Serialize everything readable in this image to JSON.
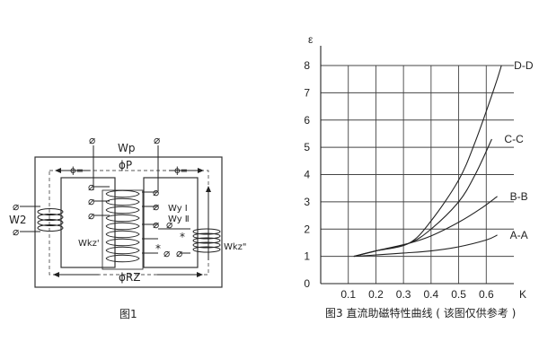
{
  "figure1": {
    "caption": "图1",
    "labels": {
      "wp": "Wp",
      "phi_p": "ϕP",
      "phi_rz": "ϕRZ",
      "phi_left": "ϕ=",
      "phi_right": "ϕ=",
      "w2": "W2",
      "wy1": "Wy Ⅰ",
      "wy2": "Wy Ⅱ",
      "wkz_left": "Wkz'",
      "wkz_right": "Wkz\"",
      "star_a": "*",
      "star_b": "*",
      "terminal": "⌀"
    }
  },
  "figure3": {
    "caption": "图3 直流助磁特性曲线 ( 该图仅供参考 )"
  },
  "chart_data": {
    "type": "line",
    "title": "",
    "xlabel": "K",
    "ylabel": "ε",
    "xlim": [
      0,
      0.7
    ],
    "ylim": [
      0,
      8
    ],
    "x_ticks": [
      "0.1",
      "0.2",
      "0.3",
      "0.4",
      "0.5",
      "0.6"
    ],
    "y_ticks": [
      "0",
      "1",
      "2",
      "3",
      "4",
      "5",
      "6",
      "7",
      "8"
    ],
    "grid": true,
    "series": [
      {
        "name": "A-A",
        "points": [
          [
            0.12,
            1.0
          ],
          [
            0.2,
            1.05
          ],
          [
            0.3,
            1.12
          ],
          [
            0.4,
            1.2
          ],
          [
            0.5,
            1.35
          ],
          [
            0.6,
            1.6
          ],
          [
            0.64,
            1.78
          ]
        ]
      },
      {
        "name": "B-B",
        "points": [
          [
            0.12,
            1.0
          ],
          [
            0.2,
            1.2
          ],
          [
            0.32,
            1.48
          ],
          [
            0.4,
            1.75
          ],
          [
            0.5,
            2.25
          ],
          [
            0.58,
            2.75
          ],
          [
            0.64,
            3.2
          ]
        ]
      },
      {
        "name": "C-C",
        "points": [
          [
            0.12,
            1.0
          ],
          [
            0.2,
            1.2
          ],
          [
            0.32,
            1.48
          ],
          [
            0.4,
            2.0
          ],
          [
            0.5,
            3.0
          ],
          [
            0.56,
            4.0
          ],
          [
            0.62,
            5.3
          ]
        ]
      },
      {
        "name": "D-D",
        "points": [
          [
            0.12,
            1.0
          ],
          [
            0.2,
            1.2
          ],
          [
            0.32,
            1.48
          ],
          [
            0.4,
            2.3
          ],
          [
            0.5,
            3.8
          ],
          [
            0.56,
            5.2
          ],
          [
            0.63,
            7.2
          ],
          [
            0.655,
            8.0
          ]
        ]
      }
    ]
  }
}
